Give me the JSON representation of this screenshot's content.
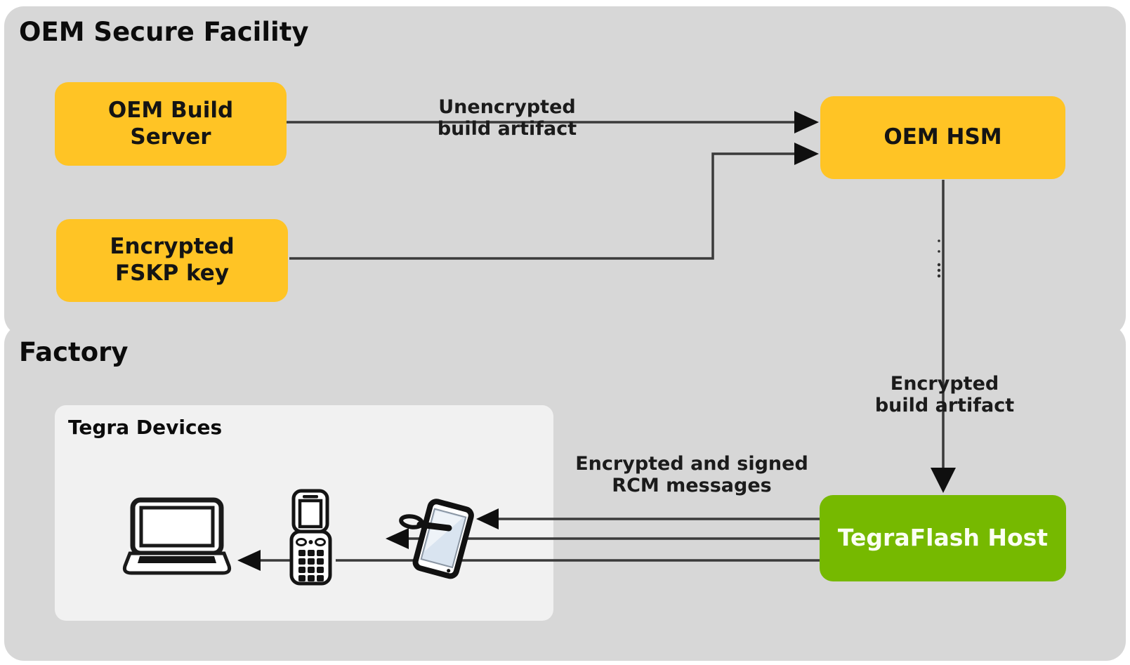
{
  "diagram": {
    "titles": {
      "oem_facility": "OEM Secure Facility",
      "factory": "Factory",
      "tegra_devices": "Tegra Devices"
    },
    "nodes": {
      "build_server": "OEM Build\nServer",
      "fskp_key": "Encrypted\nFSKP key",
      "oem_hsm": "OEM HSM",
      "tegraflash_host": "TegraFlash Host"
    },
    "edge_labels": {
      "unencrypted": "Unencrypted\nbuild artifact",
      "encrypted": "Encrypted\nbuild artifact",
      "rcm": "Encrypted and signed\nRCM messages"
    },
    "icons": {
      "laptop": "laptop-icon",
      "flip_phone": "flip-phone-icon",
      "tablet_stylus": "tablet-stylus-icon"
    },
    "colors": {
      "canvas_bg": "#d7d7d7",
      "tegra_panel_bg": "#f1f1f1",
      "node_yellow": "#ffc425",
      "node_green": "#76b900",
      "line": "#3a3a3a",
      "arrowhead": "#0f0f0f",
      "text_dark": "#1b1b1b",
      "tegraflash_text": "#fbfff2"
    }
  }
}
